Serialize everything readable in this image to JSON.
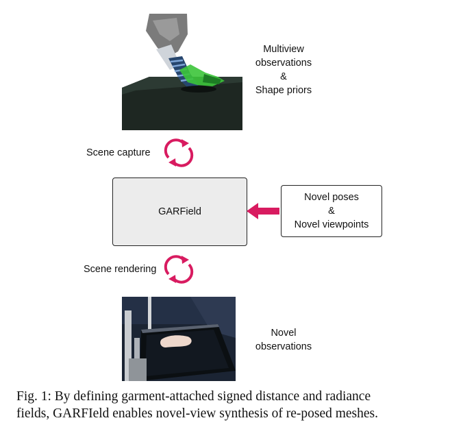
{
  "top_label": [
    "Multiview",
    "observations",
    "&",
    "Shape priors"
  ],
  "scene_capture_label": "Scene capture",
  "center_box_label": "GARField",
  "novel_input_label": [
    "Novel poses",
    "&",
    "Novel viewpoints"
  ],
  "scene_rendering_label": "Scene rendering",
  "bottom_label": [
    "Novel",
    "observations"
  ],
  "caption_lines": [
    "Fig. 1: By defining garment-attached signed distance and radiance",
    "fields, GARFIeld enables novel-view synthesis of re-posed meshes."
  ],
  "colors": {
    "accent": "#d81b60",
    "box_fill": "#ececec"
  }
}
